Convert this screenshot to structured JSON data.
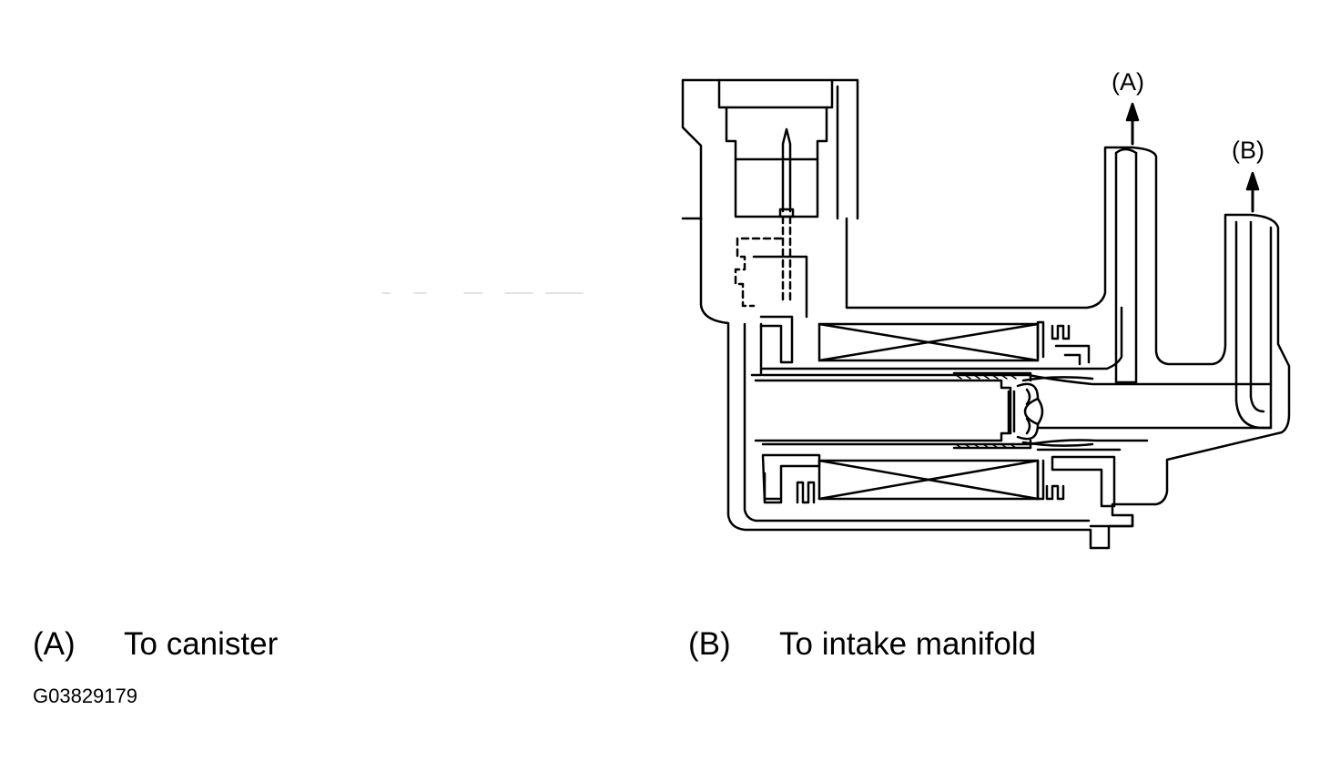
{
  "callouts": {
    "a": "(A)",
    "b": "(B)"
  },
  "legend": [
    {
      "key": "(A)",
      "text": "To canister"
    },
    {
      "key": "(B)",
      "text": "To intake manifold"
    }
  ],
  "figure_id": "G03829179",
  "colors": {
    "line": "#000000",
    "background": "#ffffff"
  }
}
